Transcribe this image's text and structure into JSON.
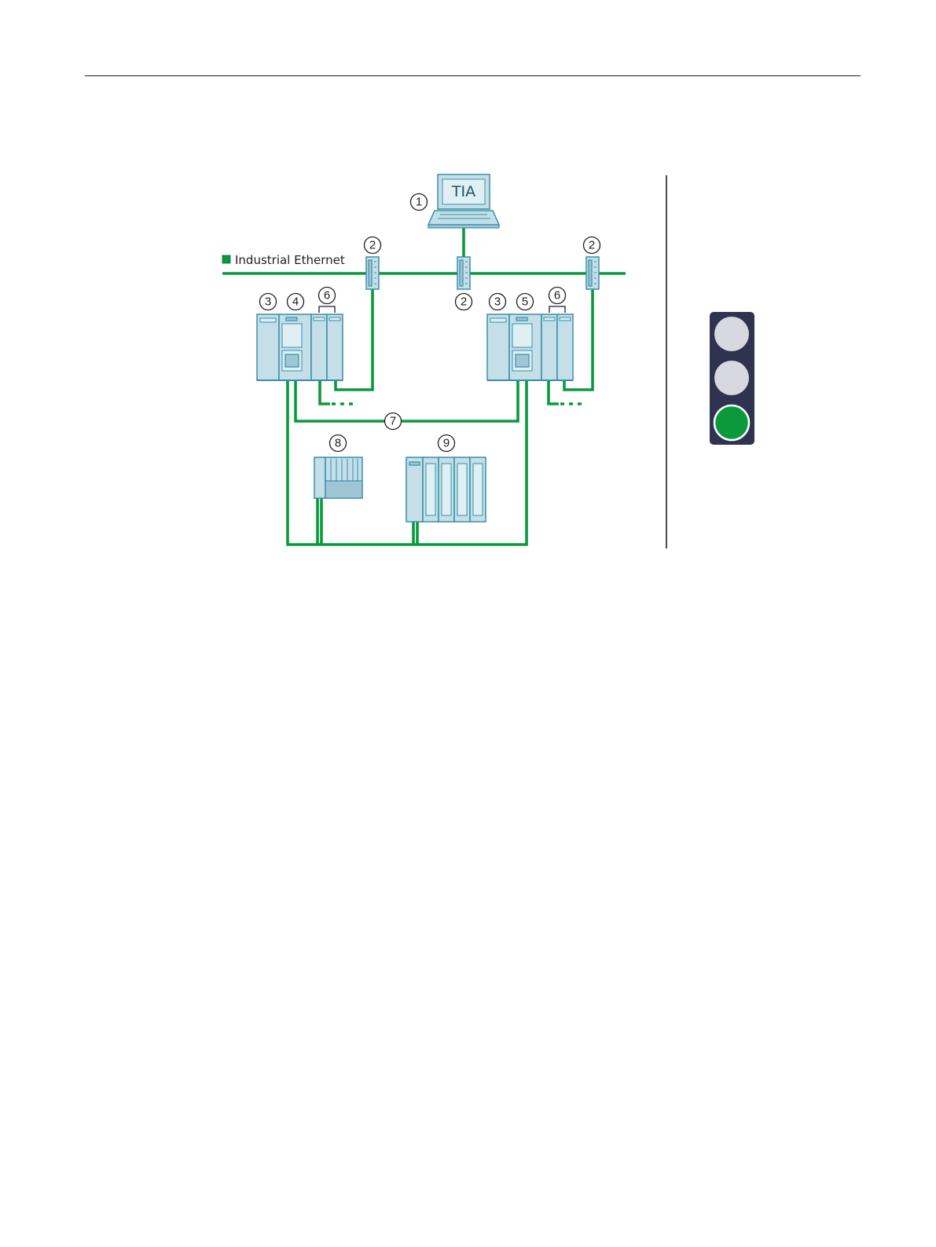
{
  "legend": {
    "label": "Industrial Ethernet",
    "color": "#0a9a3c"
  },
  "laptop": {
    "screen_text": "TIA"
  },
  "callouts": {
    "pc": "1",
    "switch_left": "2",
    "switch_right": "2",
    "switch_center": "2",
    "left_cpu_1": "3",
    "left_cpu_2": "4",
    "left_cm": "6",
    "right_cpu_1": "3",
    "right_cpu_2": "5",
    "right_cm": "6",
    "sync_link": "7",
    "io_station_1": "8",
    "io_station_2": "9"
  },
  "traffic_light": {
    "states": [
      "off",
      "off",
      "on"
    ],
    "colors": {
      "housing": "#2f3350",
      "off": "#d8d8e0",
      "on": "#0a9a3c"
    }
  }
}
